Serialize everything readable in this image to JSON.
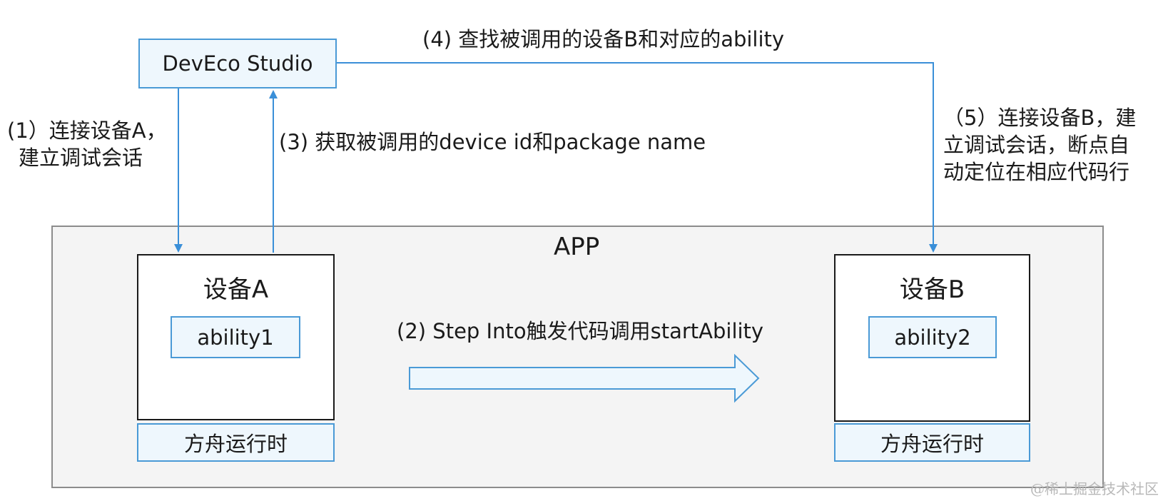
{
  "studio": {
    "label": "DevEco Studio"
  },
  "steps": {
    "step1": [
      "(1）连接设备A，",
      "建立调试会话"
    ],
    "step2": "(2) Step Into触发代码调用startAbility",
    "step3": "(3) 获取被调用的device id和package name",
    "step4": "(4) 查找被调用的设备B和对应的ability",
    "step5": [
      "（5）连接设备B，建",
      "立调试会话，断点自",
      "动定位在相应代码行"
    ]
  },
  "app": {
    "title": "APP"
  },
  "device_a": {
    "title": "设备A",
    "ability": "ability1",
    "runtime": "方舟运行时"
  },
  "device_b": {
    "title": "设备B",
    "ability": "ability2",
    "runtime": "方舟运行时"
  },
  "watermark": "@稀土掘金技术社区",
  "colors": {
    "accent": "#3a8fd8",
    "box_fill": "#eef7fd",
    "frame_fill": "#f4f4f4"
  }
}
